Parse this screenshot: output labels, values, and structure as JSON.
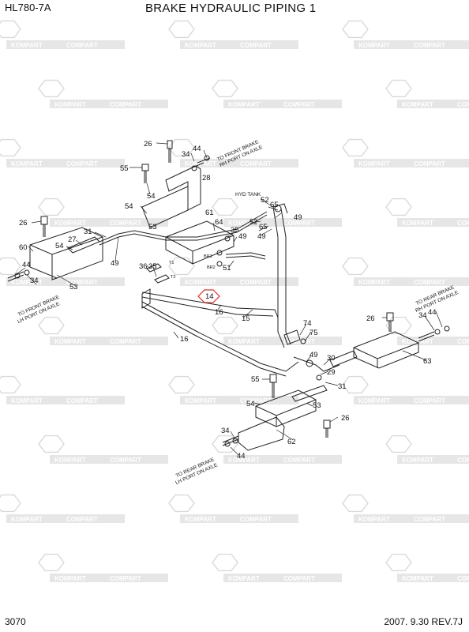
{
  "header": {
    "model": "HL780-7A",
    "title": "BRAKE HYDRAULIC PIPING 1"
  },
  "footer": {
    "page": "3070",
    "date": "2007. 9.30  REV.7J"
  },
  "watermark": {
    "left_text": "KOMPART",
    "right_text": "COMPART"
  },
  "colors": {
    "line": "#222222",
    "watermark": "#c8c8c8",
    "highlight": "#e0302a"
  },
  "labels": {
    "to_front_rh_line1": "TO FRONT BRAKE",
    "to_front_rh_line2": "RH PORT ON AXLE",
    "to_front_lh_line1": "TO FRONT BRAKE",
    "to_front_lh_line2": "LH PORT ON AXLE",
    "to_rear_rh_line1": "TO REAR BRAKE",
    "to_rear_rh_line2": "RH PORT ON AXLE",
    "to_rear_lh_line1": "TO REAR BRAKE",
    "to_rear_lh_line2": "LH PORT ON AXLE",
    "hyd_tank": "HYD TANK",
    "t1": "T1",
    "t2": "T2",
    "br1": "BR1",
    "br2": "BR2"
  },
  "callouts": {
    "c26a": "26",
    "c34a": "34",
    "c44a": "44",
    "c55a": "55",
    "c28": "28",
    "c54a": "54",
    "c54b": "54",
    "c53a": "53",
    "c61": "61",
    "c26b": "26",
    "c31a": "31",
    "c27": "27",
    "c54c": "54",
    "c60": "60",
    "c44b": "44",
    "c34b": "34",
    "c53b": "53",
    "c49a": "49",
    "c36": "36",
    "c35a": "35",
    "c64": "64",
    "c35b": "35",
    "c49b": "49",
    "c52a": "52",
    "c65a": "65",
    "c49c": "49",
    "c52b": "52",
    "c65b": "65",
    "c49d": "49",
    "c51": "51",
    "c14": "14",
    "c16a": "16",
    "c15": "15",
    "c16b": "16",
    "c74": "74",
    "c75": "75",
    "c49e": "49",
    "c30": "30",
    "c29": "29",
    "c31b": "31",
    "c55b": "55",
    "c54d": "54",
    "c53c": "53",
    "c26c": "26",
    "c62": "62",
    "c34c": "34",
    "c44c": "44",
    "c26d": "26",
    "c34d": "34",
    "c44d": "44",
    "c63": "63"
  }
}
